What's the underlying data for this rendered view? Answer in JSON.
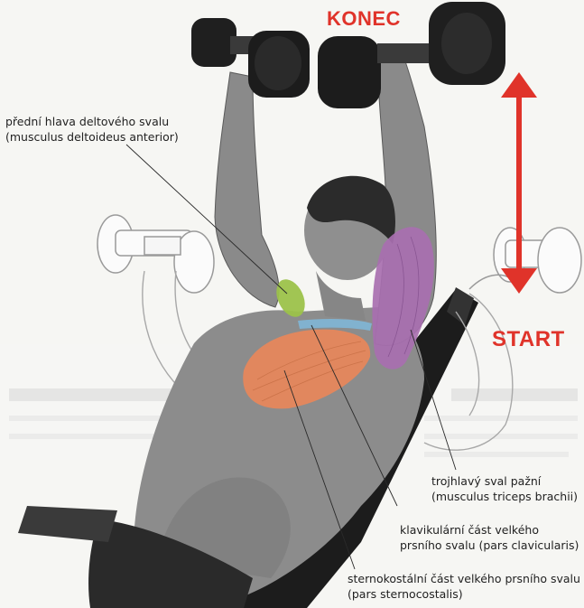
{
  "markers": {
    "top": "KONEC",
    "bottom": "START"
  },
  "labels": {
    "deltoid": {
      "line1": "přední hlava deltového svalu",
      "line2": "(musculus deltoideus anterior)"
    },
    "triceps": {
      "line1": "trojhlavý sval pažní",
      "line2": "(musculus triceps brachii)"
    },
    "clavicular": {
      "line1": "klavikulární část velkého",
      "line2": "prsního svalu (pars clavicularis)"
    },
    "sternocostal": {
      "line1": "sternokostální část velkého prsního svalu",
      "line2": "(pars sternocostalis)"
    }
  },
  "colors": {
    "marker": "#e0332a",
    "deltoid": "#9cc24a",
    "pectoral": "#e8875a",
    "triceps": "#a86fb0",
    "clavicular_band": "#7fb6d6"
  }
}
